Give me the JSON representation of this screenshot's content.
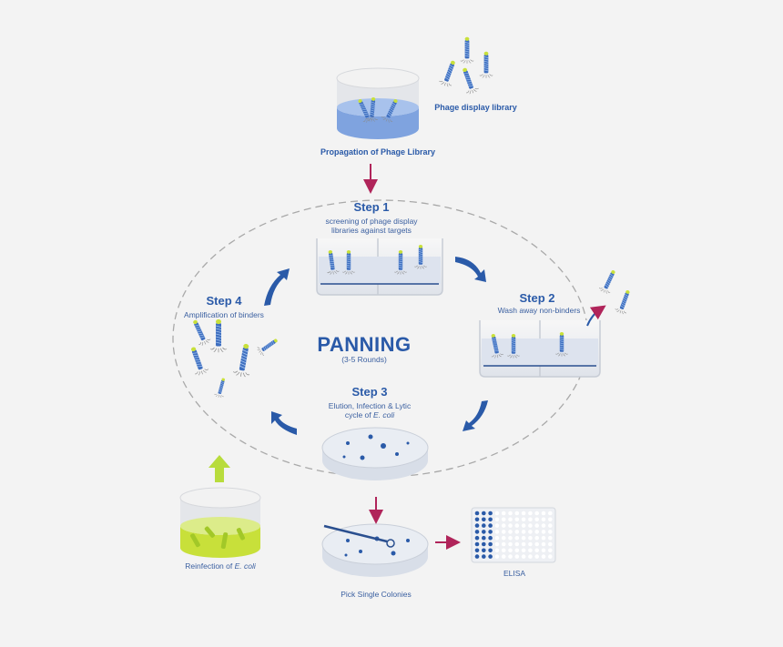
{
  "library_label": "Phage display library",
  "propagation_label": "Propagation of Phage Library",
  "step1": {
    "title": "Step 1",
    "desc_line1": "screening of phage display",
    "desc_line2": "libraries against targets"
  },
  "step2": {
    "title": "Step 2",
    "desc": "Wash away non-binders"
  },
  "step3": {
    "title": "Step 3",
    "desc_line1": "Elution, Infection & Lytic",
    "desc_line2_prefix": "cycle of ",
    "desc_line2_italic": "E. coli"
  },
  "step4": {
    "title": "Step 4",
    "desc": "Amplification of binders"
  },
  "center": {
    "title": "PANNING",
    "subtitle": "(3-5 Rounds)"
  },
  "reinfection": {
    "prefix": "Reinfection of ",
    "italic": "E. coli"
  },
  "pick_label": "Pick Single Colonies",
  "elisa_label": "ELISA",
  "colors": {
    "blue": "#2a5aa8",
    "magenta": "#b0245a",
    "green_arrow": "#b8dc3c",
    "phage_tip": "#c8e03a"
  }
}
